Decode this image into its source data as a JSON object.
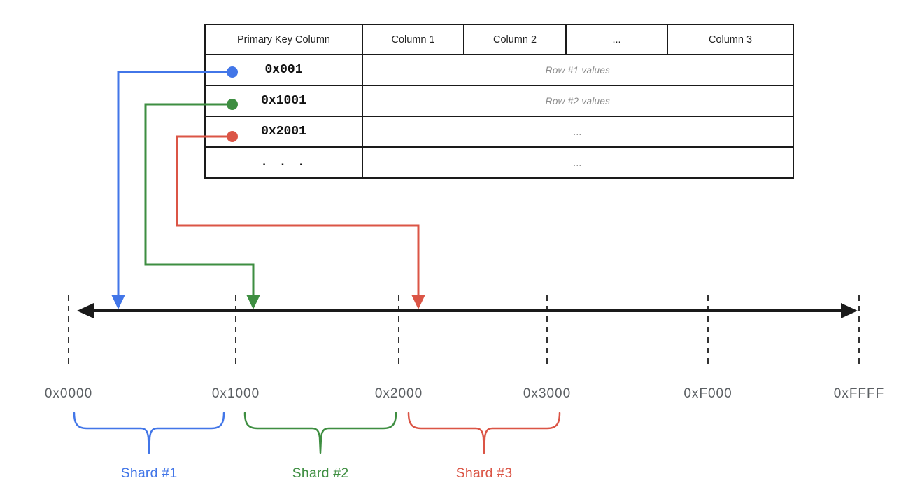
{
  "colors": {
    "blue": "#4276E8",
    "green": "#3E8E41",
    "red": "#DB5546",
    "line_black": "#1A1A1A",
    "tick_gray": "#333333",
    "values_gray": "#8A8A8A"
  },
  "table": {
    "headers": [
      "Primary Key Column",
      "Column 1",
      "Column 2",
      "...",
      "Column 3"
    ],
    "rows": [
      {
        "key": "0x001",
        "values": "Row #1 values",
        "marker": "blue-dot"
      },
      {
        "key": "0x1001",
        "values": "Row #2 values",
        "marker": "green-dot"
      },
      {
        "key": "0x2001",
        "values": "...",
        "marker": "red-dot"
      },
      {
        "key": ". . .",
        "values": "...",
        "marker": "none"
      }
    ]
  },
  "axis": {
    "tick_labels": [
      "0x0000",
      "0x1000",
      "0x2000",
      "0x3000",
      "0xF000",
      "0xFFFF"
    ]
  },
  "shards": [
    {
      "label": "Shard #1",
      "range_start": "0x0000",
      "range_end": "0x1000"
    },
    {
      "label": "Shard #2",
      "range_start": "0x1000",
      "range_end": "0x2000"
    },
    {
      "label": "Shard #3",
      "range_start": "0x2000",
      "range_end": "0x3000"
    }
  ]
}
